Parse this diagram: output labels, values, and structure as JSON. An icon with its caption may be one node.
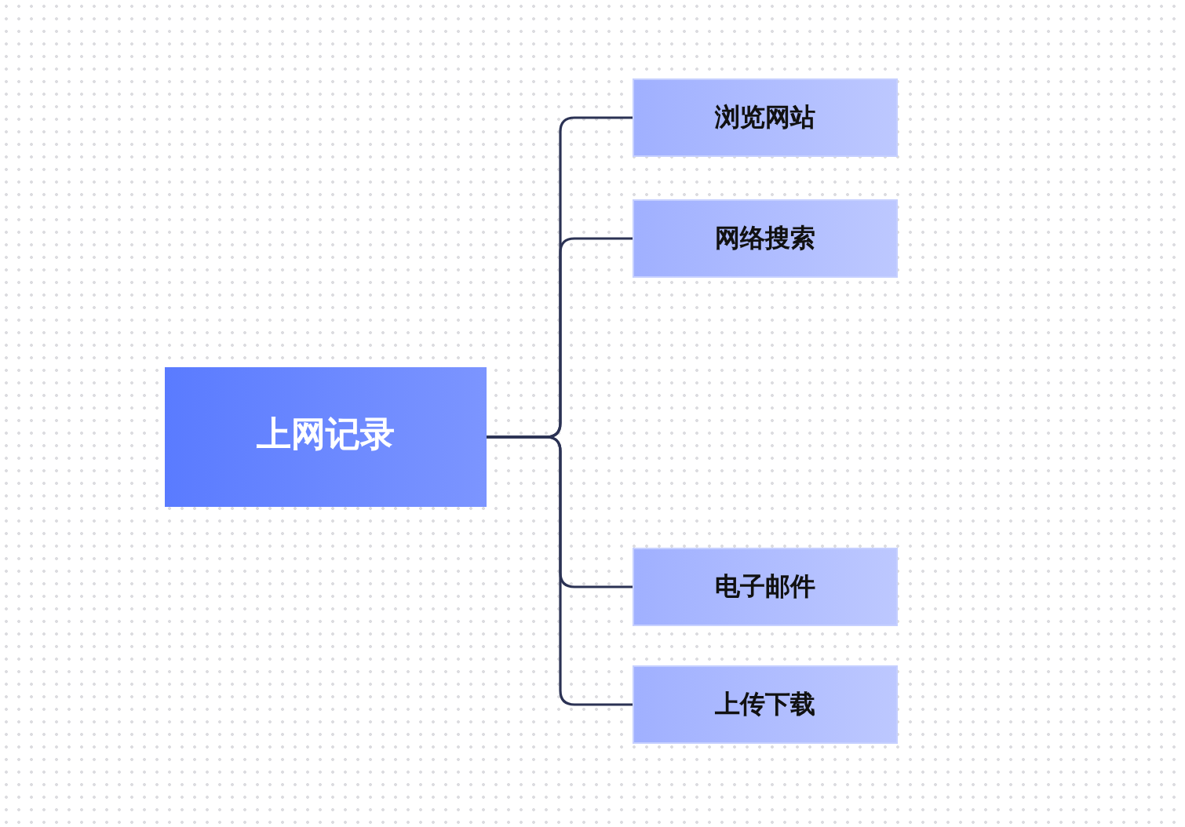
{
  "diagram": {
    "nodes": [
      {
        "text": [
          "上网记录"
        ]
      },
      {
        "text": [
          "浏览网站"
        ]
      },
      {
        "text": [
          "网络搜索"
        ]
      },
      {
        "text": [
          "电子邮件"
        ]
      },
      {
        "text": [
          "上传下载"
        ]
      }
    ],
    "edges": [
      {
        "from": 0,
        "to": 1,
        "arrow": "none"
      },
      {
        "from": 0,
        "to": 2,
        "arrow": "none"
      },
      {
        "from": 0,
        "to": 3,
        "arrow": "none"
      },
      {
        "from": 0,
        "to": 4,
        "arrow": "none"
      }
    ]
  }
}
